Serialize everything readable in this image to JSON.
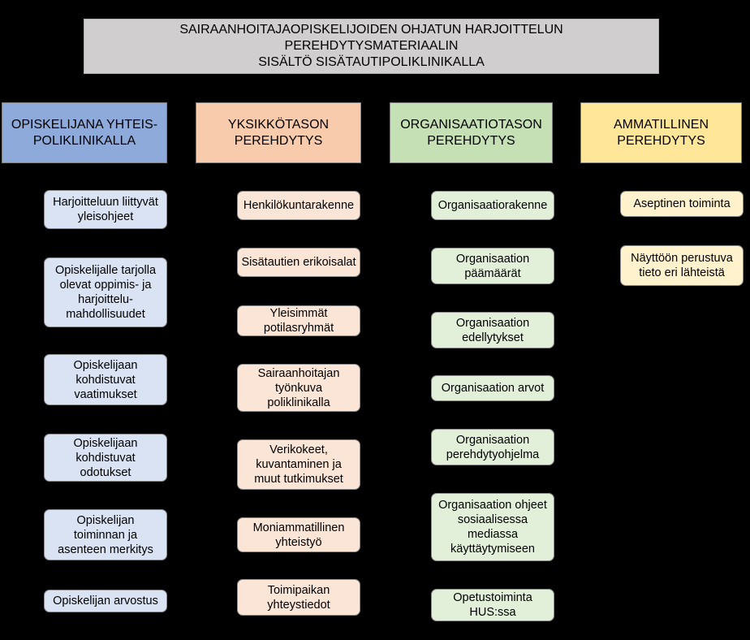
{
  "title": "SAIRAANHOITAJAOPISKELIJOIDEN OHJATUN HARJOITTELUN PEREHDYTYSMATERIAALIN\nSISÄLTÖ SISÄTAUTIPOLIKLINIKALLA",
  "columns": [
    {
      "header": "OPISKELIJANA YHTEIS-\nPOLIKLINIKALLA",
      "items": [
        "Harjoitteluun liittyvät\nyleisohjeet",
        "Opiskelijalle tarjolla\nolevat oppimis- ja\nharjoittelu-\nmahdollisuudet",
        "Opiskelijaan\nkohdistuvat\nvaatimukset",
        "Opiskelijaan\nkohdistuvat\nodotukset",
        "Opiskelijan\ntoiminnan ja\nasenteen merkitys",
        "Opiskelijan arvostus"
      ]
    },
    {
      "header": "YKSIKKÖTASON\nPEREHDYTYS",
      "items": [
        "Henkilökuntarakenne",
        "Sisätautien erikoisalat",
        "Yleisimmät\npotilasryhmät",
        "Sairaanhoitajan\ntyönkuva\npoliklinikalla",
        "Verikokeet,\nkuvantaminen ja\nmuut tutkimukset",
        "Moniammatillinen\nyhteistyö",
        "Toimipaikan\nyhteystiedot"
      ]
    },
    {
      "header": "ORGANISAATIOTASON\nPEREHDYTYS",
      "items": [
        "Organisaatiorakenne",
        "Organisaation\npäämäärät",
        "Organisaation\nedellytykset",
        "Organisaation arvot",
        "Organisaation\nperehdytyohjelma",
        "Organisaation ohjeet\nsosiaalisessa\nmediassa\nkäyttäytymiseen",
        "Opetustoiminta\nHUS:ssa"
      ]
    },
    {
      "header": "AMMATILLINEN\nPEREHDYTYS",
      "items": [
        "Aseptinen toiminta",
        "Näyttöön perustuva\ntieto eri lähteistä"
      ]
    }
  ]
}
